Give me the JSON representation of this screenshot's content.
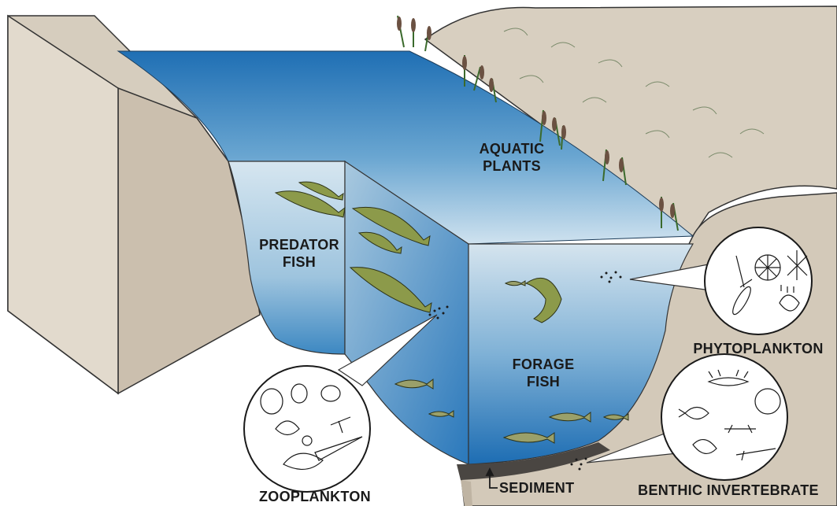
{
  "labels": {
    "aquatic_plants": [
      "AQUATIC",
      "PLANTS"
    ],
    "predator_fish": [
      "PREDATOR",
      "FISH"
    ],
    "forage_fish": [
      "FORAGE",
      "FISH"
    ],
    "phytoplankton": "PHYTOPLANKTON",
    "zooplankton": "ZOOPLANKTON",
    "sediment": "SEDIMENT",
    "benthic_invertebrate": "BENTHIC INVERTEBRATE"
  },
  "colors": {
    "water_deep": "#1c6fb5",
    "water_light": "#cfe3ef",
    "bank": "#d8cfc0",
    "bank_shadow": "#b8ad9b",
    "sediment": "#5a5550"
  }
}
